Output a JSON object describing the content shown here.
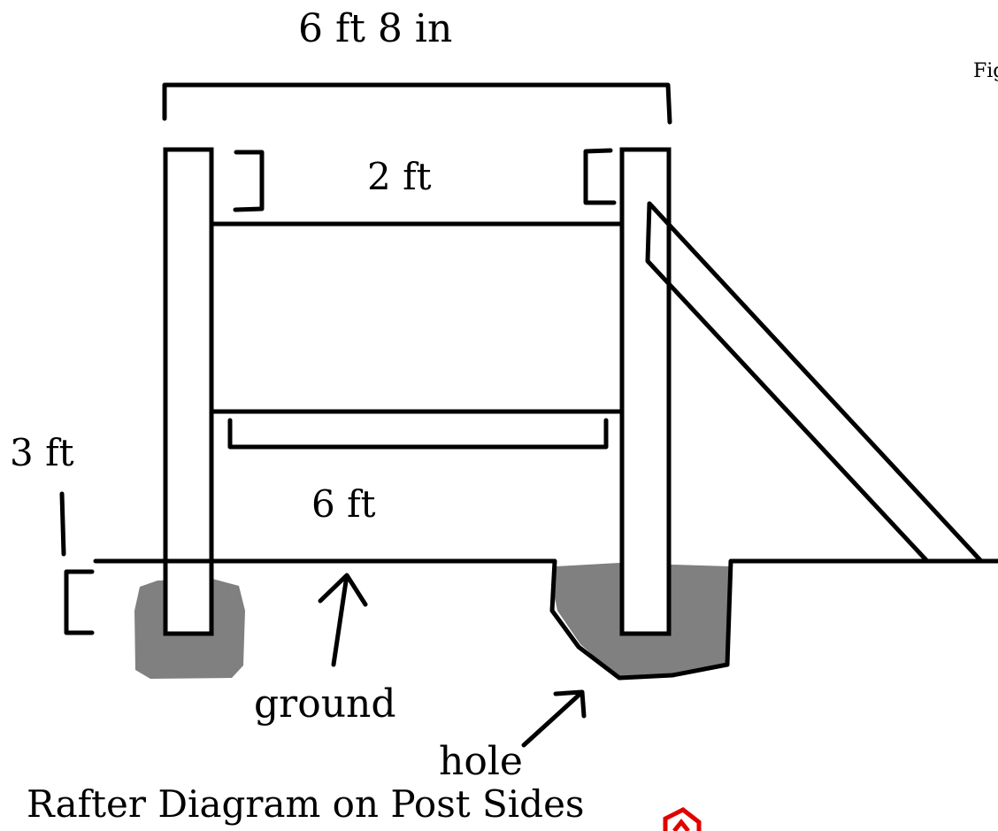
{
  "labels": {
    "top_width": "6 ft 8 in",
    "figure_tag": "Fig",
    "upper_gap": "2 ft",
    "rail_span": "6 ft",
    "depth": "3 ft",
    "ground": "ground",
    "hole": "hole",
    "caption": "Rafter Diagram on Post Sides"
  },
  "colors": {
    "ink": "#000000",
    "dirt": "#808080",
    "mark": "#e00000",
    "background": "#ffffff"
  }
}
